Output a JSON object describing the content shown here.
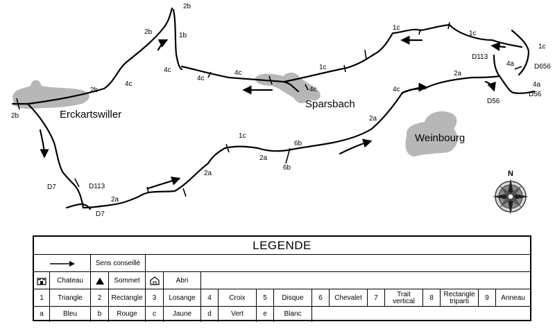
{
  "map": {
    "towns": {
      "erckartswiller": "Erckartswiller",
      "sparsbach": "Sparsbach",
      "weinbourg": "Weinbourg"
    },
    "trail_labels": {
      "l2b_top": "2b",
      "l2b_mid": "2b",
      "l1b": "1b",
      "l4c_a": "4c",
      "l4c_b": "4c",
      "l4c_c": "4c",
      "l2b_left": "2b",
      "l4c_d": "4c",
      "l2b_far": "2b",
      "l1c_a": "1c",
      "l1c_b": "1c",
      "l1c_c": "1c",
      "l1c_d": "1c",
      "l4c_e": "4c",
      "l2a_a": "2a",
      "l4c_f": "4c",
      "l2a_b": "2a",
      "l1c_e": "1c",
      "l6b_a": "6b",
      "l2a_c": "2a",
      "l6b_b": "6b",
      "l2a_d": "2a",
      "l2a_e": "2a",
      "l4a_a": "4a",
      "l4a_b": "4a"
    },
    "road_labels": {
      "d113_w": "D113",
      "d7_a": "D7",
      "d7_b": "D7",
      "d113_e": "D113",
      "d656": "D656",
      "d56_a": "D56",
      "d56_b": "D56"
    },
    "compass": {
      "north_label": "N",
      "icon": "compass-rose-icon"
    },
    "blob_color": "#b7b7b7"
  },
  "legend": {
    "title": "LEGENDE",
    "arrow_label": "Sens conseillé",
    "symbols": [
      {
        "icon": "castle-icon",
        "label": "Chateau"
      },
      {
        "icon": "summit-triangle-icon",
        "label": "Sommet"
      },
      {
        "icon": "shelter-house-icon",
        "label": "Abri"
      }
    ],
    "shapes": [
      {
        "num": "1",
        "label": "Triangle"
      },
      {
        "num": "2",
        "label": "Rectangle"
      },
      {
        "num": "3",
        "label": "Losange"
      },
      {
        "num": "4",
        "label": "Croix"
      },
      {
        "num": "5",
        "label": "Disque"
      },
      {
        "num": "6",
        "label": "Chevalet"
      },
      {
        "num": "7",
        "label": "Trait vertical"
      },
      {
        "num": "8",
        "label": "Rectangle triparti"
      },
      {
        "num": "9",
        "label": "Anneau"
      }
    ],
    "colors": [
      {
        "code": "a",
        "label": "Bleu"
      },
      {
        "code": "b",
        "label": "Rouge"
      },
      {
        "code": "c",
        "label": "Jaune"
      },
      {
        "code": "d",
        "label": "Vert"
      },
      {
        "code": "e",
        "label": "Blanc"
      }
    ]
  }
}
